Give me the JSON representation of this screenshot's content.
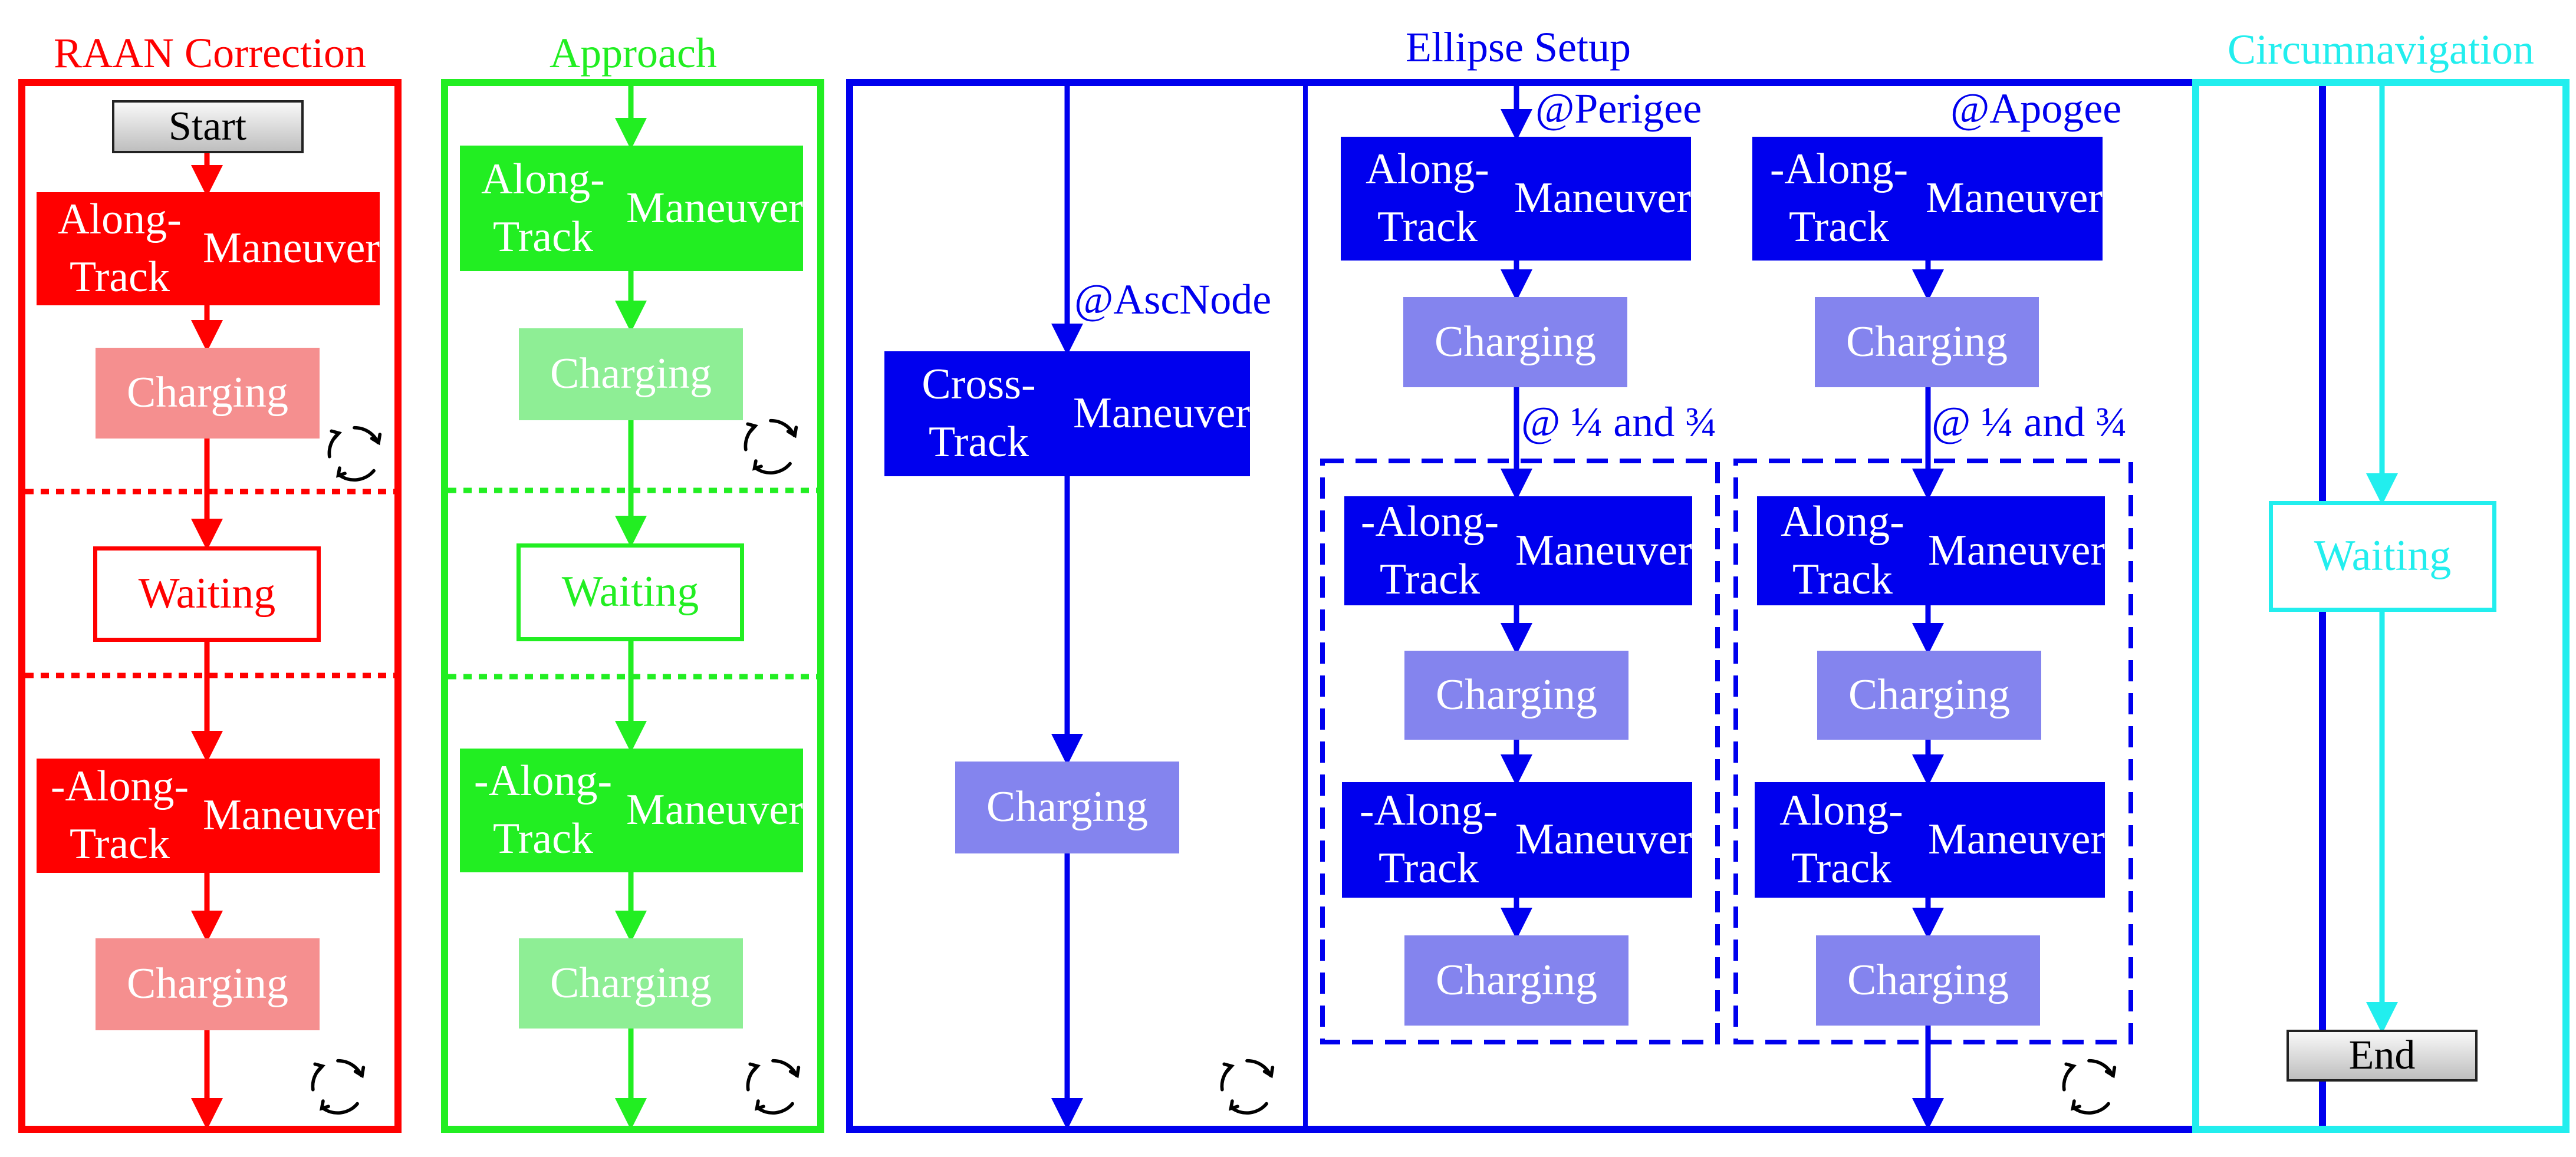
{
  "colors": {
    "raan": "#ff0000",
    "raan_light": "#f58f8f",
    "approach": "#22ee22",
    "approach_light": "#8eee95",
    "ellipse": "#0000ee",
    "ellipse_light": "#8484ee",
    "circ": "#22eeee"
  },
  "icons": {
    "cycle": "cycle-icon"
  },
  "raan": {
    "header": "RAAN Correction",
    "start": "Start",
    "along_track": [
      "Along-Track",
      "Maneuver"
    ],
    "charging_1": "Charging",
    "waiting": "Waiting",
    "neg_along_track": [
      "-Along-Track",
      "Maneuver"
    ],
    "charging_2": "Charging"
  },
  "approach": {
    "header": "Approach",
    "along_track": [
      "Along-Track",
      "Maneuver"
    ],
    "charging_1": "Charging",
    "waiting": "Waiting",
    "neg_along_track": [
      "-Along-Track",
      "Maneuver"
    ],
    "charging_2": "Charging"
  },
  "ellipse": {
    "header": "Ellipse Setup",
    "asc_node": "@AscNode",
    "cross_track": [
      "Cross-Track",
      "Maneuver"
    ],
    "charging_cross": "Charging",
    "perigee": "@Perigee",
    "apogee": "@Apogee",
    "perigee_col": {
      "along_track": [
        "Along-Track",
        "Maneuver"
      ],
      "charging_1": "Charging",
      "quarter": "@ ¼ and ¾",
      "neg_along_track_1": [
        "-Along-Track",
        "Maneuver"
      ],
      "charging_2": "Charging",
      "neg_along_track_2": [
        "-Along-Track",
        "Maneuver"
      ],
      "charging_3": "Charging"
    },
    "apogee_col": {
      "neg_along_track": [
        "-Along-Track",
        "Maneuver"
      ],
      "charging_1": "Charging",
      "quarter": "@ ¼ and ¾",
      "along_track_1": [
        "Along-Track",
        "Maneuver"
      ],
      "charging_2": "Charging",
      "along_track_2": [
        "Along-Track",
        "Maneuver"
      ],
      "charging_3": "Charging"
    }
  },
  "circ": {
    "header": "Circumnavigation",
    "waiting": "Waiting",
    "end": "End"
  }
}
